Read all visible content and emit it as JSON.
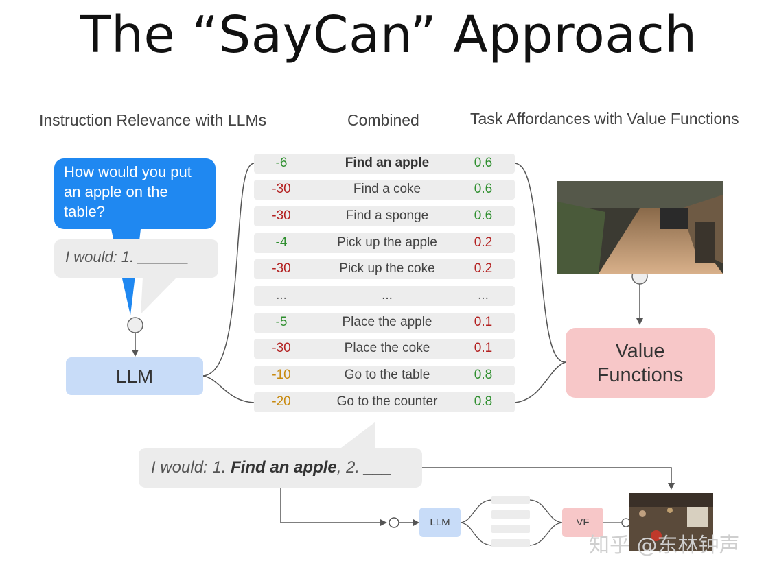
{
  "title": "The “SayCan” Approach",
  "headers": {
    "left": "Instruction Relevance with LLMs",
    "middle": "Combined",
    "right": "Task Affordances with Value Functions"
  },
  "question": "How would you put an apple on the table?",
  "prompt": "I would: 1. ______",
  "llm_label": "LLM",
  "vf_label_line1": "Value",
  "vf_label_line2": "Functions",
  "colors": {
    "bubble_blue": "#1f88f1",
    "llm_blue": "#c8dcf8",
    "vf_pink": "#f7c7c8",
    "positive_green": "#2f8f2f",
    "negative_red": "#b32020",
    "mid_orange": "#c88a10"
  },
  "rows": [
    {
      "llm": "-6",
      "skill": "Find an apple",
      "aff": "0.6",
      "llm_color": "#2f8f2f",
      "aff_color": "#2f8f2f",
      "bold": true
    },
    {
      "llm": "-30",
      "skill": "Find a coke",
      "aff": "0.6",
      "llm_color": "#b32020",
      "aff_color": "#2f8f2f"
    },
    {
      "llm": "-30",
      "skill": "Find a sponge",
      "aff": "0.6",
      "llm_color": "#b32020",
      "aff_color": "#2f8f2f"
    },
    {
      "llm": "-4",
      "skill": "Pick up the apple",
      "aff": "0.2",
      "llm_color": "#2f8f2f",
      "aff_color": "#b32020"
    },
    {
      "llm": "-30",
      "skill": "Pick up the coke",
      "aff": "0.2",
      "llm_color": "#b32020",
      "aff_color": "#b32020"
    },
    {
      "llm": "...",
      "skill": "...",
      "aff": "...",
      "llm_color": "#666666",
      "aff_color": "#666666"
    },
    {
      "llm": "-5",
      "skill": "Place the apple",
      "aff": "0.1",
      "llm_color": "#2f8f2f",
      "aff_color": "#b32020"
    },
    {
      "llm": "-30",
      "skill": "Place the coke",
      "aff": "0.1",
      "llm_color": "#b32020",
      "aff_color": "#b32020"
    },
    {
      "llm": "-10",
      "skill": "Go to the table",
      "aff": "0.8",
      "llm_color": "#c88a10",
      "aff_color": "#2f8f2f"
    },
    {
      "llm": "-20",
      "skill": "Go to the counter",
      "aff": "0.8",
      "llm_color": "#c88a10",
      "aff_color": "#2f8f2f"
    }
  ],
  "output": {
    "prefix": "I would: 1. ",
    "bold": "Find an apple",
    "suffix": ", 2. ___"
  },
  "mini_llm": "LLM",
  "mini_vf": "VF",
  "watermark": "知乎 @东林钟声"
}
